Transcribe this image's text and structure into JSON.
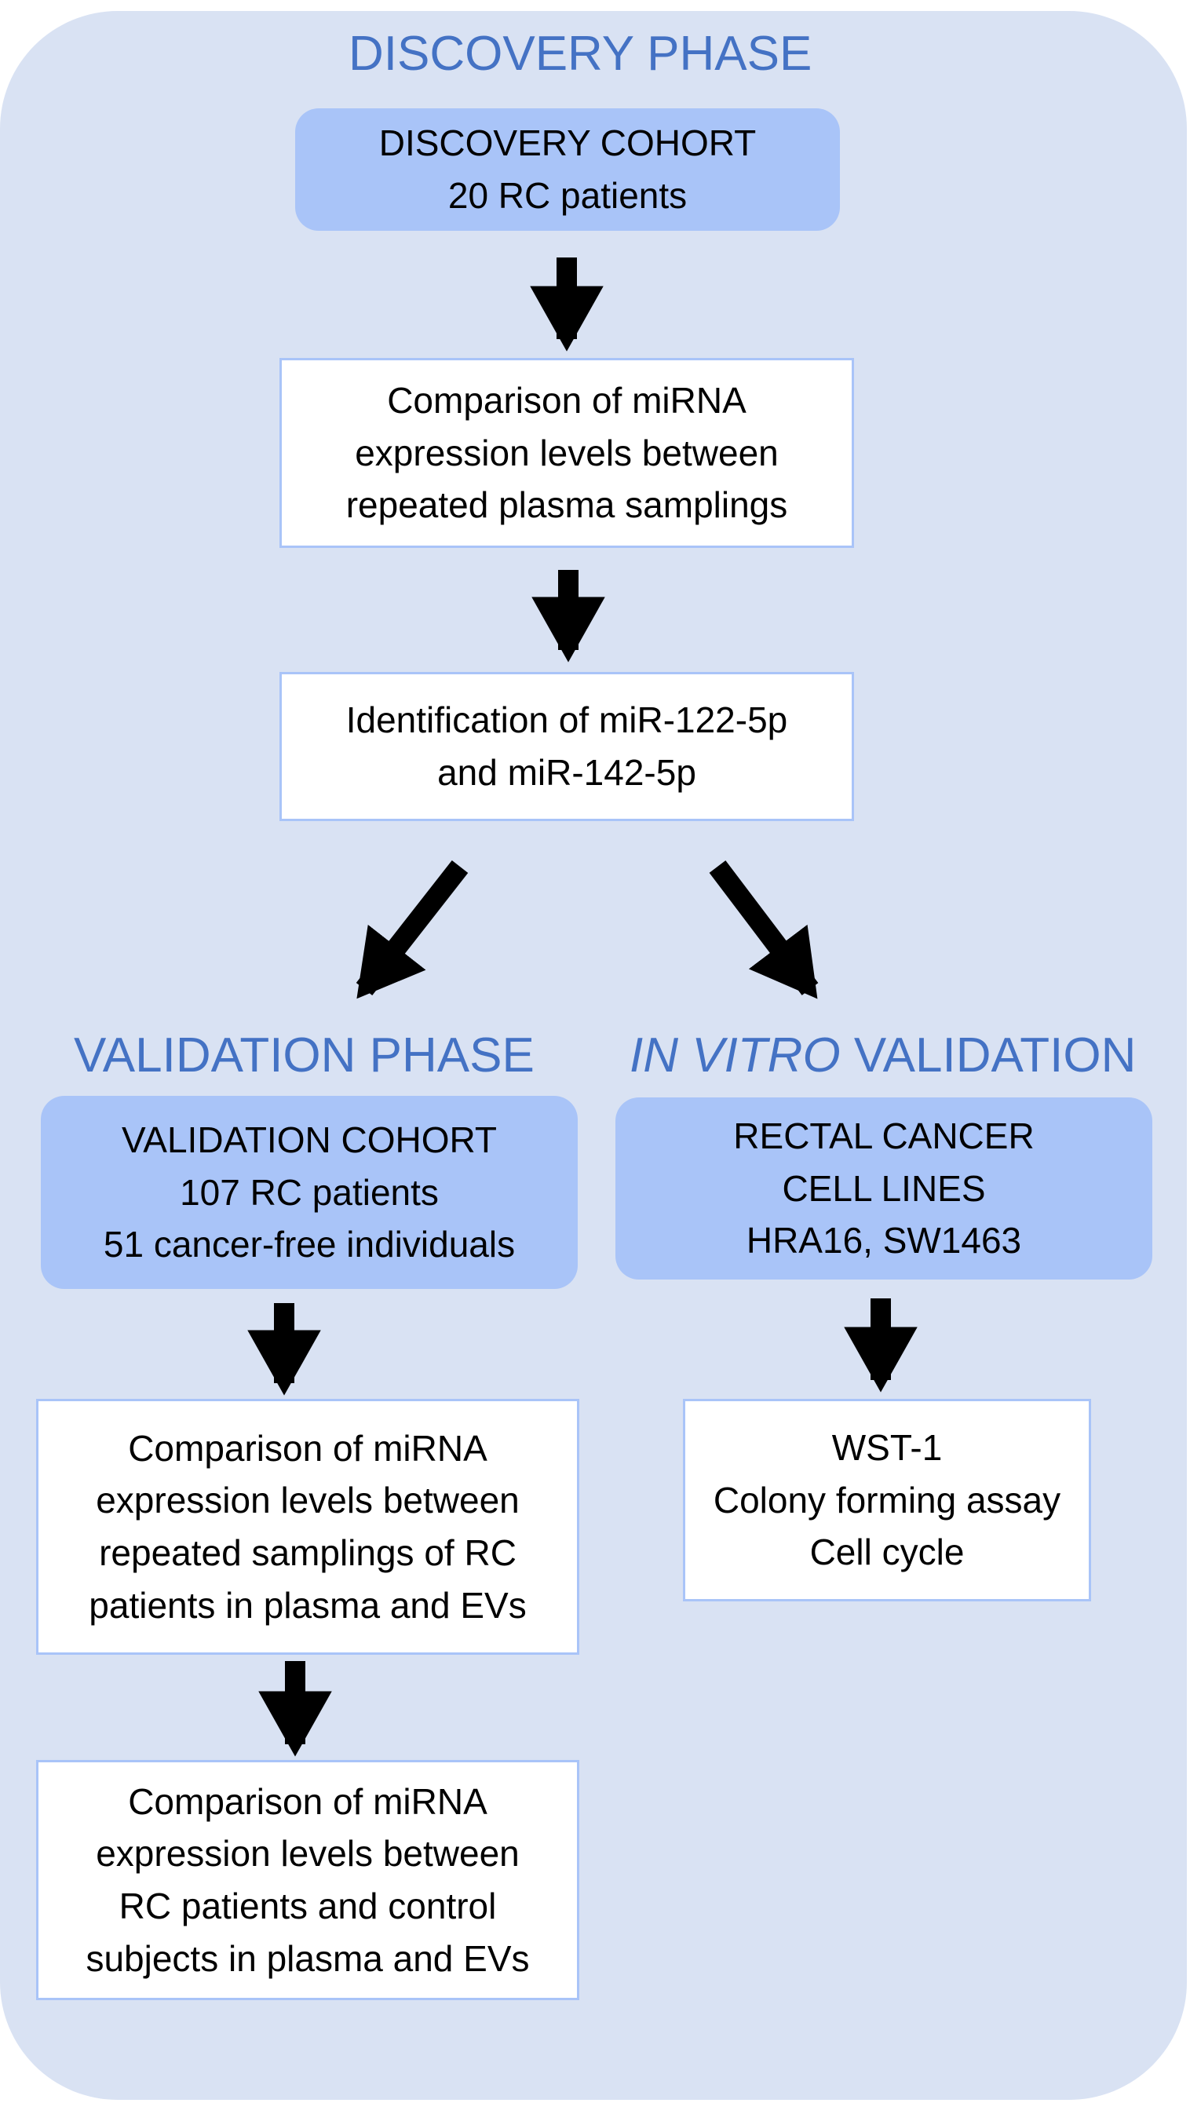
{
  "discovery": {
    "title": "DISCOVERY PHASE",
    "cohort": {
      "line1": "DISCOVERY COHORT",
      "line2": "20 RC patients"
    },
    "step1": {
      "line1": "Comparison of miRNA",
      "line2": "expression levels between",
      "line3": "repeated plasma samplings"
    },
    "step2": {
      "line1": "Identification of miR-122-5p",
      "line2": "and miR-142-5p"
    }
  },
  "validation": {
    "title": "VALIDATION PHASE",
    "cohort": {
      "line1": "VALIDATION COHORT",
      "line2": "107 RC patients",
      "line3": "51 cancer-free individuals"
    },
    "step1": {
      "line1": "Comparison of miRNA",
      "line2": "expression levels between",
      "line3": "repeated samplings of RC",
      "line4": "patients in plasma and EVs"
    },
    "step2": {
      "line1": "Comparison of miRNA",
      "line2": "expression levels between",
      "line3": "RC patients and control",
      "line4": "subjects in plasma and EVs"
    }
  },
  "invitro": {
    "title_italic": "IN VITRO",
    "title_rest": " VALIDATION",
    "cohort": {
      "line1": "RECTAL CANCER",
      "line2": "CELL LINES",
      "line3": "HRA16, SW1463"
    },
    "step1": {
      "line1": "WST-1",
      "line2": "Colony forming assay",
      "line3": "Cell cycle"
    }
  },
  "colors": {
    "panel": "#d9e2f3",
    "cohort": "#a9c4f8",
    "title": "#4472c4",
    "arrow": "#000000"
  }
}
